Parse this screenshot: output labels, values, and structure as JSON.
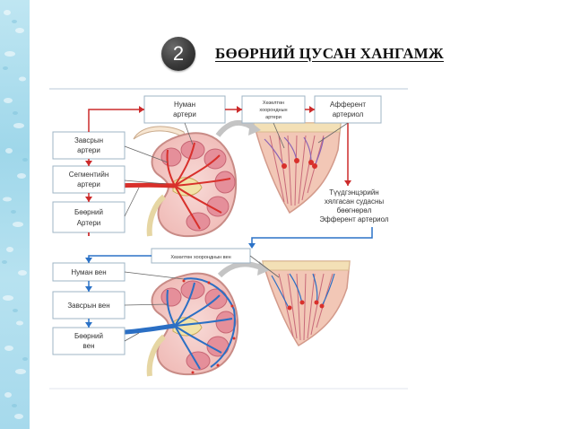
{
  "slide": {
    "number": "2",
    "title": "БӨӨРНИЙ ЦУСАН ХАНГАМЖ"
  },
  "arterial": {
    "labels": {
      "arcuate_artery": [
        "Нуман",
        "артери"
      ],
      "interlobular_vessels": [
        "Хөзөлтөн",
        "хооронднын",
        "артери"
      ],
      "afferent_arteriole": [
        "Афферент",
        "артериол"
      ],
      "interlobar_artery": [
        "Завсрын",
        "артери"
      ],
      "segmental_artery": [
        "Сегментийн",
        "артери"
      ],
      "renal_artery": [
        "Бөөрний",
        "Артери"
      ],
      "efferent_arteriole": [
        "Түүдгэнцэрийн",
        "хялгасан судасны",
        "бөөгнөрөл",
        "Эфферент артериол"
      ]
    }
  },
  "venous": {
    "labels": {
      "interlobular_vein": "Хөзөлтөн хооронднын вен",
      "arcuate_vein": "Нуман вен",
      "interlobar_vein": "Завсрын вен",
      "renal_vein": [
        "Бөөрний",
        "вен"
      ]
    }
  },
  "colors": {
    "artery": "#d8302b",
    "vein": "#2b6fc4",
    "connector": "#cc2b2b",
    "connector_blue": "#2b72c7",
    "box_border": "#9fb4c6",
    "cortex": "#f3c9c6",
    "pyramid": "#e58f9a",
    "capsule": "#f7e6d2",
    "pelvis": "#f2e3a8"
  }
}
